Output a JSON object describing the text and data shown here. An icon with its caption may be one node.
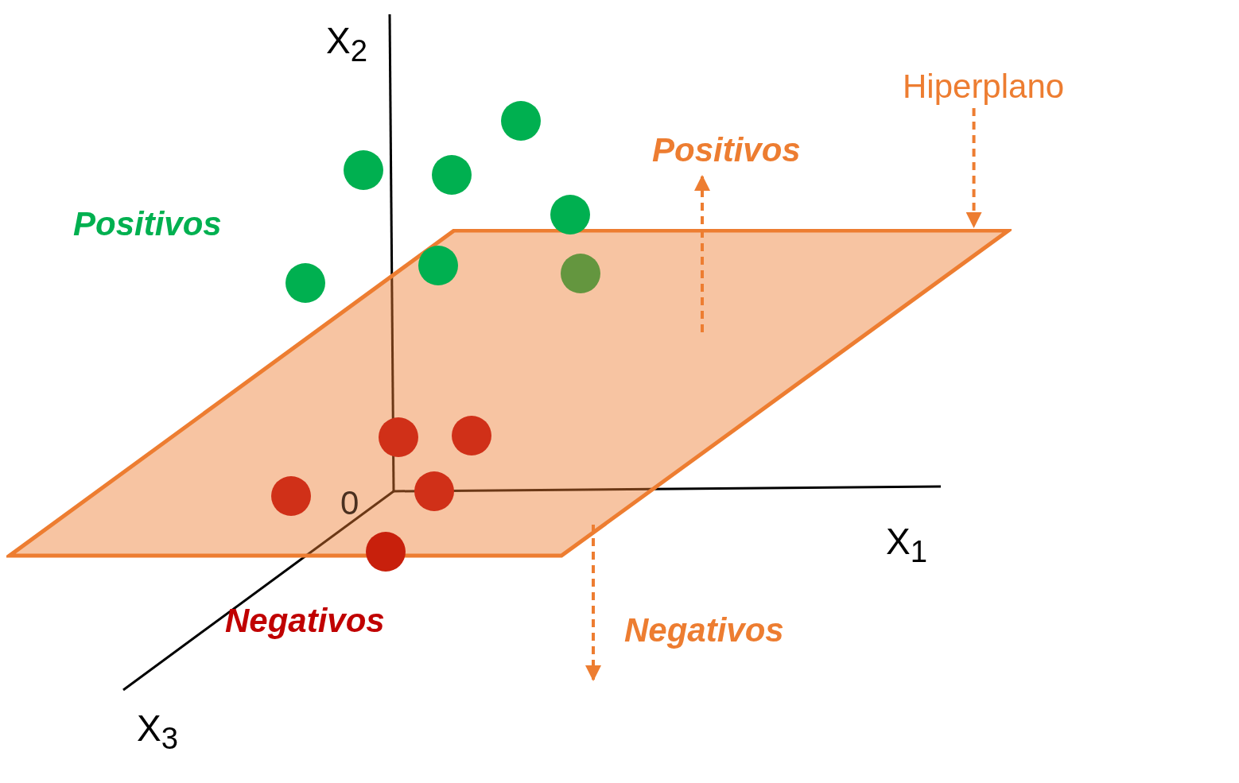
{
  "diagram": {
    "nodes": [
      {
        "text": [
          "Hiperplano"
        ]
      },
      {
        "text": [],
        "shape": "parallelogram"
      }
    ],
    "edges": [
      {
        "from": 0,
        "to": 1,
        "arrow": "to",
        "style": "dashed"
      }
    ],
    "labels": [
      "X$_{2}$",
      "Positivos",
      "Positivos",
      "0",
      "X$_{1}$",
      "Negativos",
      "Negativos",
      "X$_{3}$"
    ]
  }
}
